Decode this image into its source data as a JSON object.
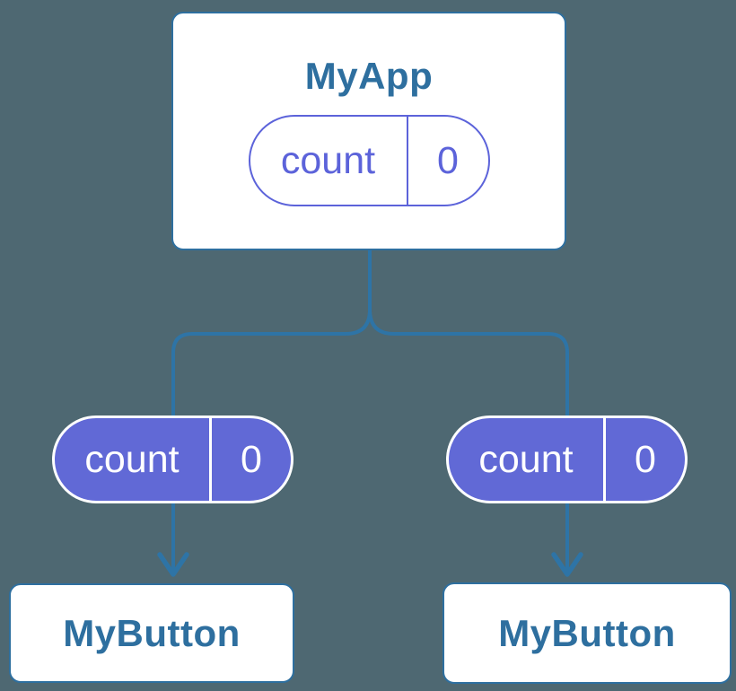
{
  "colors": {
    "background": "#4E6872",
    "connector": "#2E74A6",
    "card_bg": "#FFFFFF",
    "card_border": "#2E6F9F",
    "card_text": "#2E6F9F",
    "pill_purple": "#6169D6",
    "pill_outline": "#5C63DA",
    "pill_text_light": "#FFFFFF"
  },
  "diagram": {
    "root": {
      "label": "MyApp",
      "pill": {
        "name": "count",
        "value": "0"
      }
    },
    "left_child": {
      "label": "MyButton",
      "pill": {
        "name": "count",
        "value": "0"
      }
    },
    "right_child": {
      "label": "MyButton",
      "pill": {
        "name": "count",
        "value": "0"
      }
    }
  }
}
